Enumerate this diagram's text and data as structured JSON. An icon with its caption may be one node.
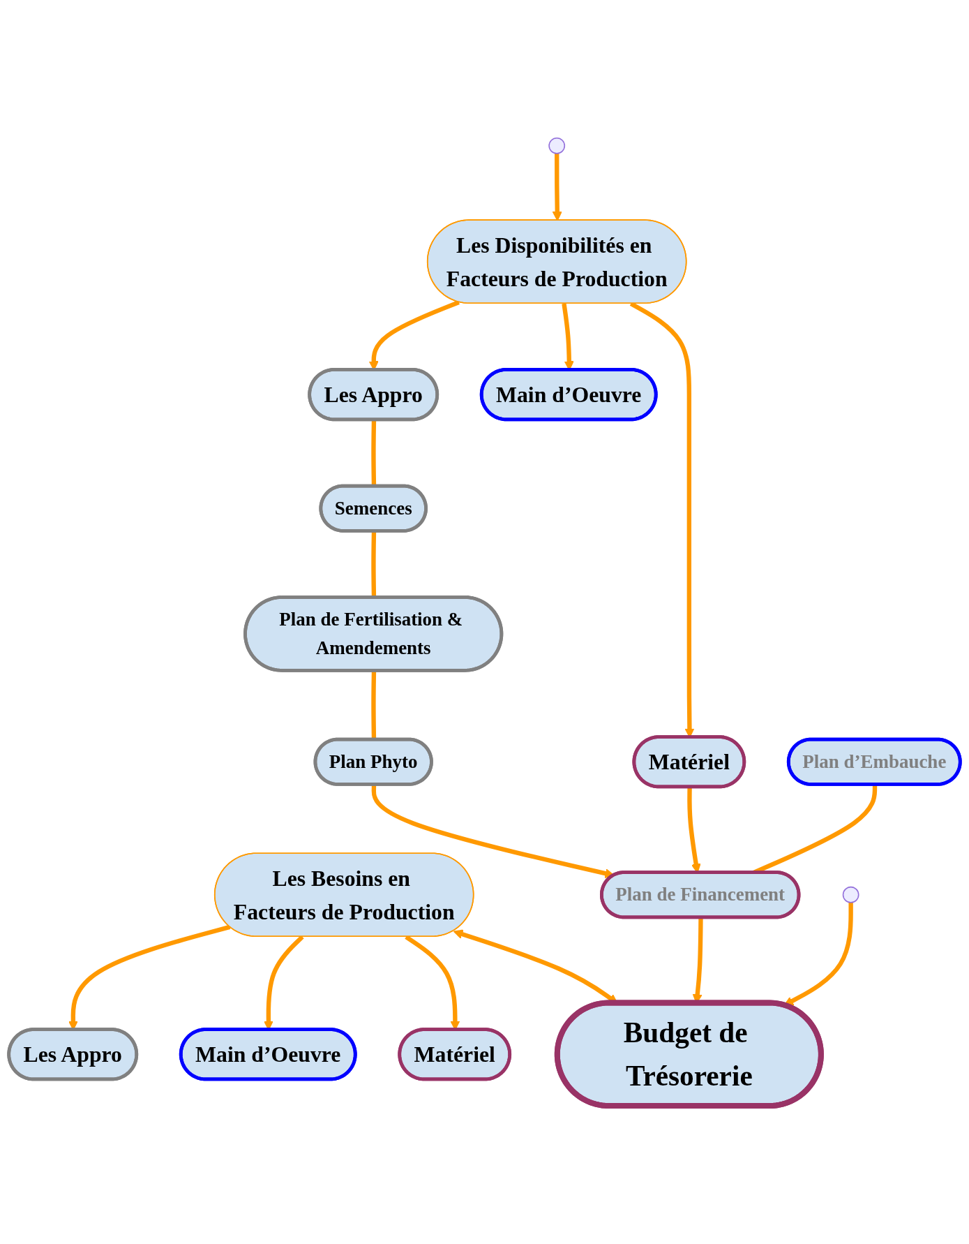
{
  "diagram": {
    "nodes": [
      {
        "text": [
          "Les Besoins en Facteurs de Production"
        ]
      },
      {
        "text": [
          "Les Appro"
        ]
      },
      {
        "text": [
          "Main d’Oeuvre"
        ]
      },
      {
        "text": [
          "Matériel"
        ]
      },
      {
        "text": [
          "Les Disponibilités en Facteurs de Production"
        ]
      },
      {
        "text": [
          "Les Appro"
        ]
      },
      {
        "text": [
          "Main d’Oeuvre"
        ]
      },
      {
        "text": [
          "Matériel"
        ]
      },
      {
        "text": [
          "Semences"
        ]
      },
      {
        "text": [
          "Plan de Fertilisation & Amendements"
        ]
      },
      {
        "text": [
          "Plan Phyto"
        ]
      },
      {
        "text": [
          "Plan d’Embauche"
        ]
      },
      {
        "text": [
          "Plan de Financement"
        ]
      },
      {
        "text": [
          "Budget de Trésorerie"
        ]
      }
    ],
    "edges": [
      {
        "from": 0,
        "to": 1,
        "arrow": "to"
      },
      {
        "from": 0,
        "to": 2,
        "arrow": "to"
      },
      {
        "from": 0,
        "to": 3,
        "arrow": "to"
      },
      {
        "from": 0,
        "to": 13,
        "arrow": "both"
      },
      {
        "from": null,
        "to": 4,
        "arrow": "to"
      },
      {
        "from": 4,
        "to": 5,
        "arrow": "to"
      },
      {
        "from": 4,
        "to": 6,
        "arrow": "to"
      },
      {
        "from": 4,
        "to": 7,
        "arrow": "to"
      },
      {
        "from": 5,
        "to": 8,
        "arrow": "none"
      },
      {
        "from": 8,
        "to": 9,
        "arrow": "none"
      },
      {
        "from": 9,
        "to": 10,
        "arrow": "none"
      },
      {
        "from": 10,
        "to": 12,
        "arrow": "to"
      },
      {
        "from": 11,
        "to": 12,
        "arrow": "none"
      },
      {
        "from": 7,
        "to": 12,
        "arrow": "to"
      },
      {
        "from": 12,
        "to": 13,
        "arrow": "to"
      },
      {
        "from": null,
        "to": 13,
        "arrow": "to"
      }
    ]
  }
}
